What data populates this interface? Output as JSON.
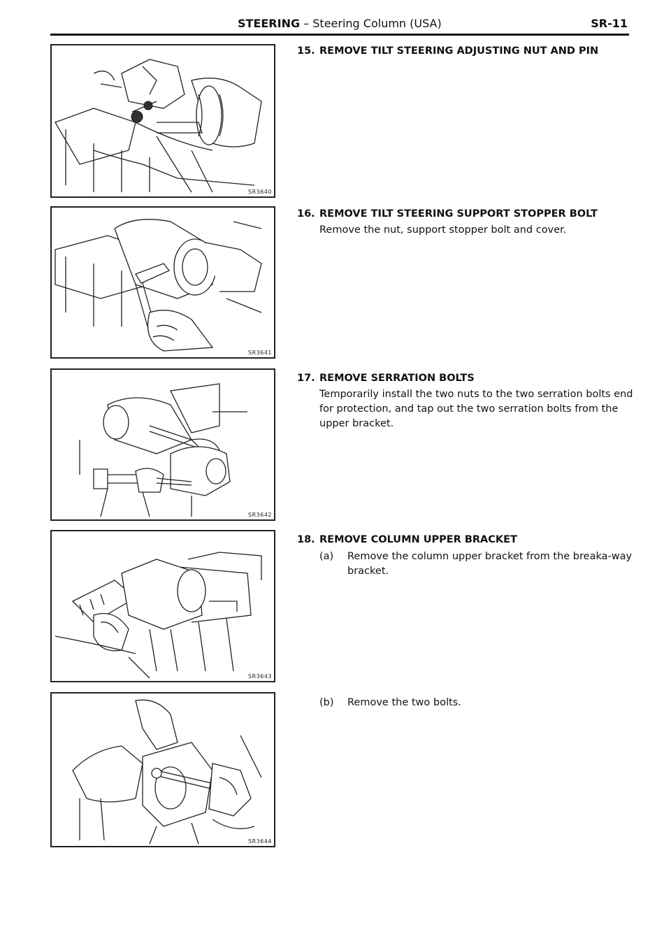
{
  "header": {
    "section": "STEERING",
    "dash": " – ",
    "subtitle": "Steering Column (USA)",
    "page": "SR-11"
  },
  "figures": [
    {
      "code": "SR3640"
    },
    {
      "code": "SR3641"
    },
    {
      "code": "SR3642"
    },
    {
      "code": "SR3643"
    },
    {
      "code": "SR3644"
    }
  ],
  "steps": [
    {
      "num": "15.",
      "title": "REMOVE TILT STEERING ADJUSTING NUT AND PIN",
      "body": ""
    },
    {
      "num": "16.",
      "title": "REMOVE TILT STEERING SUPPORT STOPPER BOLT",
      "body": "Remove the nut, support stopper bolt and cover."
    },
    {
      "num": "17.",
      "title": "REMOVE SERRATION BOLTS",
      "body": "Temporarily install the two nuts to the two serration bolts end for protection, and tap out the two serration bolts from the upper bracket."
    },
    {
      "num": "18.",
      "title": "REMOVE COLUMN UPPER BRACKET",
      "body": ""
    }
  ],
  "substeps": [
    {
      "label": "(a)",
      "text": "Remove the column upper bracket from the breaka-way bracket."
    },
    {
      "label": "(b)",
      "text": "Remove the two bolts."
    }
  ]
}
